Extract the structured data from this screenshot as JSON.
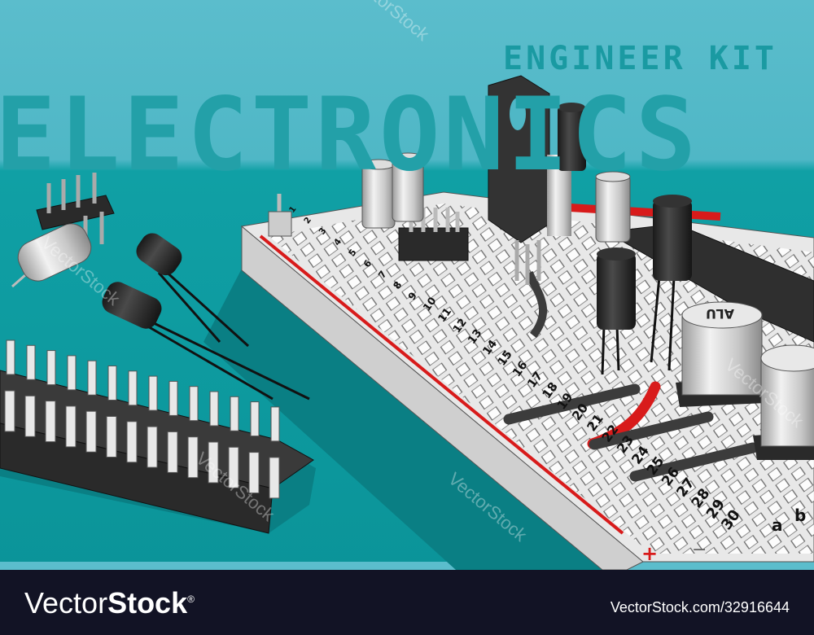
{
  "header": {
    "subtitle": "ENGINEER KIT",
    "title": "ELECTRONICS"
  },
  "breadboard": {
    "row_numbers": [
      "1",
      "2",
      "3",
      "4",
      "5",
      "6",
      "7",
      "8",
      "9",
      "10",
      "11",
      "12",
      "13",
      "14",
      "15",
      "16",
      "17",
      "18",
      "19",
      "20",
      "21",
      "22",
      "23",
      "24",
      "25",
      "26",
      "27",
      "28",
      "29",
      "30"
    ],
    "column_letters": [
      "a",
      "b"
    ],
    "rail_plus": "+",
    "rail_minus": "−"
  },
  "capacitor_label": "ALU",
  "watermark": "VectorStock",
  "footer": {
    "logo_light": "Vector",
    "logo_bold": "Stock",
    "logo_mark": "®",
    "image_id": "VectorStock.com/32916644"
  },
  "colors": {
    "background_top": "#5bbdcc",
    "background_bottom": "#0f9ea3",
    "breadboard": "#e6e6e6",
    "rail_red": "#d81b1b",
    "footer": "#121325"
  }
}
